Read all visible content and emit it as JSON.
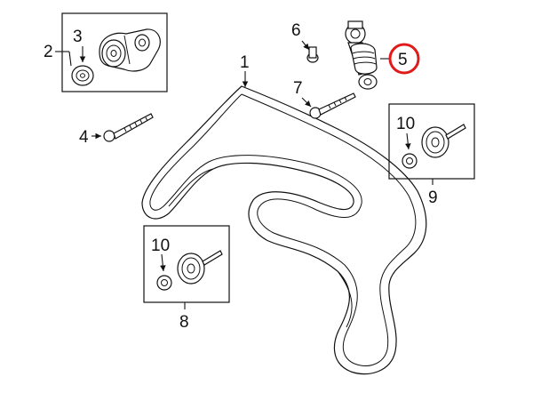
{
  "callouts": {
    "c1": "1",
    "c2": "2",
    "c3": "3",
    "c4": "4",
    "c5": "5",
    "c6": "6",
    "c7": "7",
    "c8": "8",
    "c9": "9",
    "c10a": "10",
    "c10b": "10"
  },
  "highlight": {
    "part": "5",
    "color": "#e01b1b"
  }
}
